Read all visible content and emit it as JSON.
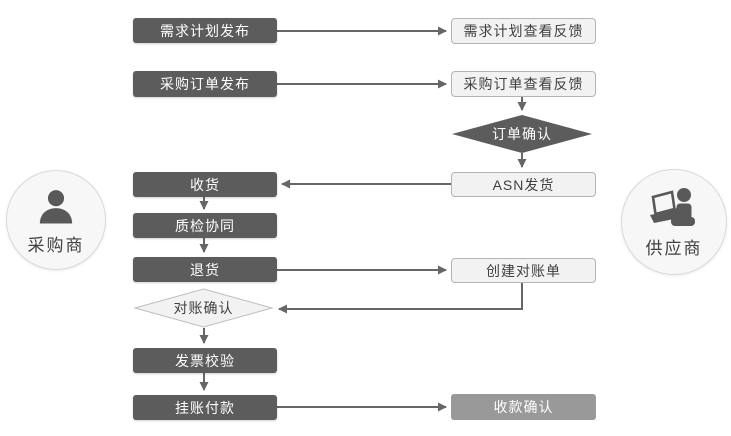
{
  "diagram": {
    "actors": {
      "buyer": {
        "label": "采购商",
        "icon": "person-icon"
      },
      "supplier": {
        "label": "供应商",
        "icon": "person-laptop-icon"
      }
    },
    "nodes": {
      "demand_plan_release": {
        "label": "需求计划发布",
        "style": "dark"
      },
      "po_release": {
        "label": "采购订单发布",
        "style": "dark"
      },
      "receive_goods": {
        "label": "收货",
        "style": "dark"
      },
      "quality_collab": {
        "label": "质检协同",
        "style": "dark"
      },
      "return_goods": {
        "label": "退货",
        "style": "dark"
      },
      "reconcile_confirm": {
        "label": "对账确认",
        "style": "light-diamond"
      },
      "invoice_verify": {
        "label": "发票校验",
        "style": "dark"
      },
      "pending_payment": {
        "label": "挂账付款",
        "style": "dark"
      },
      "demand_plan_feedback": {
        "label": "需求计划查看反馈",
        "style": "light"
      },
      "po_feedback": {
        "label": "采购订单查看反馈",
        "style": "light"
      },
      "order_confirm": {
        "label": "订单确认",
        "style": "dark-diamond"
      },
      "asn_shipment": {
        "label": "ASN发货",
        "style": "light"
      },
      "create_statement": {
        "label": "创建对账单",
        "style": "light"
      },
      "payment_confirm": {
        "label": "收款确认",
        "style": "medium"
      }
    },
    "colors": {
      "dark_node": "#5c5c5c",
      "medium_node": "#999999",
      "light_node_bg": "#f2f2f2",
      "light_node_border": "#b3b3b3",
      "arrow": "#666666",
      "text_dark": "#404040",
      "text_light": "#ffffff",
      "circle_bg": "#f7f7f7",
      "circle_border": "#d9d9d9",
      "icon": "#595959"
    }
  }
}
